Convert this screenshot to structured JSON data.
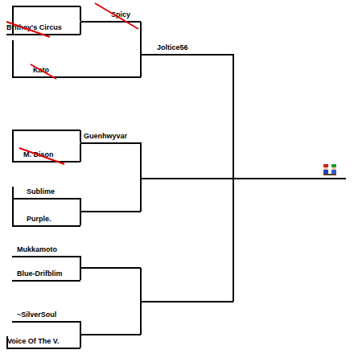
{
  "diagram": {
    "nodes": [
      {
        "text": [
          "Brithey's Circus"
        ]
      },
      {
        "text": [
          "Spicy"
        ]
      },
      {
        "text": [
          "Kato"
        ]
      },
      {
        "text": [
          "Joltice56"
        ]
      },
      {
        "text": [
          "Guenhwyvar"
        ]
      },
      {
        "text": [
          "M. Dison"
        ]
      },
      {
        "text": [
          "Sublime"
        ]
      },
      {
        "text": [
          "Purple."
        ]
      },
      {
        "text": [
          "Mukkamoto"
        ]
      },
      {
        "text": [
          "Blue-Drifblim"
        ]
      },
      {
        "text": [
          "~SilverSoul"
        ]
      },
      {
        "text": [
          "Voice Of The V."
        ]
      }
    ],
    "edges": [
      {
        "from": 0,
        "to": 1,
        "arrow": "none"
      },
      {
        "from": 1,
        "to": 3,
        "arrow": "none"
      },
      {
        "from": 2,
        "to": 3,
        "arrow": "none"
      },
      {
        "from": 5,
        "to": 4,
        "arrow": "none"
      }
    ]
  }
}
